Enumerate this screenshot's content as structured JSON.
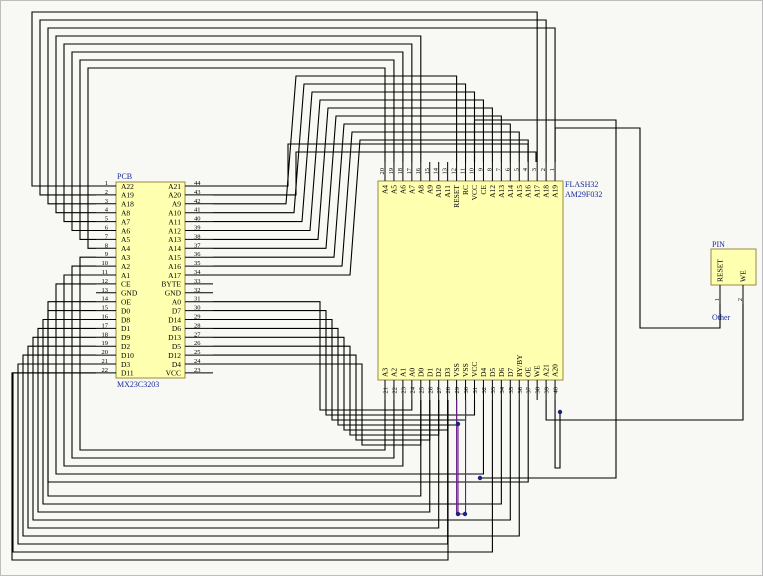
{
  "colors": {
    "background": "#f8f8f5",
    "component_fill": "#ffffb0",
    "wire": "#000000",
    "net_highlight": "#6a1b8a",
    "designator": "#1a2a9c"
  },
  "components": {
    "pcb": {
      "designator": "PCB",
      "part": "MX23C3203",
      "left_pins": [
        {
          "n": "1",
          "name": "A22"
        },
        {
          "n": "2",
          "name": "A19"
        },
        {
          "n": "3",
          "name": "A18"
        },
        {
          "n": "4",
          "name": "A8"
        },
        {
          "n": "5",
          "name": "A7"
        },
        {
          "n": "6",
          "name": "A6"
        },
        {
          "n": "7",
          "name": "A5"
        },
        {
          "n": "8",
          "name": "A4"
        },
        {
          "n": "9",
          "name": "A3"
        },
        {
          "n": "10",
          "name": "A2"
        },
        {
          "n": "11",
          "name": "A1"
        },
        {
          "n": "12",
          "name": "CE"
        },
        {
          "n": "13",
          "name": "GND"
        },
        {
          "n": "14",
          "name": "OE"
        },
        {
          "n": "15",
          "name": "D0"
        },
        {
          "n": "16",
          "name": "D8"
        },
        {
          "n": "17",
          "name": "D1"
        },
        {
          "n": "18",
          "name": "D9"
        },
        {
          "n": "19",
          "name": "D2"
        },
        {
          "n": "20",
          "name": "D10"
        },
        {
          "n": "21",
          "name": "D3"
        },
        {
          "n": "22",
          "name": "D11"
        }
      ],
      "right_pins": [
        {
          "n": "44",
          "name": "A21"
        },
        {
          "n": "43",
          "name": "A20"
        },
        {
          "n": "42",
          "name": "A9"
        },
        {
          "n": "41",
          "name": "A10"
        },
        {
          "n": "40",
          "name": "A11"
        },
        {
          "n": "39",
          "name": "A12"
        },
        {
          "n": "38",
          "name": "A13"
        },
        {
          "n": "37",
          "name": "A14"
        },
        {
          "n": "36",
          "name": "A15"
        },
        {
          "n": "35",
          "name": "A16"
        },
        {
          "n": "34",
          "name": "A17"
        },
        {
          "n": "33",
          "name": "BYTE"
        },
        {
          "n": "32",
          "name": "GND"
        },
        {
          "n": "31",
          "name": "A0"
        },
        {
          "n": "30",
          "name": "D7"
        },
        {
          "n": "29",
          "name": "D14"
        },
        {
          "n": "28",
          "name": "D6"
        },
        {
          "n": "27",
          "name": "D13"
        },
        {
          "n": "26",
          "name": "D5"
        },
        {
          "n": "25",
          "name": "D12"
        },
        {
          "n": "24",
          "name": "D4"
        },
        {
          "n": "23",
          "name": "VCC"
        }
      ]
    },
    "flash": {
      "designator": "FLASH32",
      "part": "AM29F032",
      "top_pins": [
        {
          "n": "20",
          "name": "A4"
        },
        {
          "n": "19",
          "name": "A5"
        },
        {
          "n": "18",
          "name": "A6"
        },
        {
          "n": "17",
          "name": "A7"
        },
        {
          "n": "16",
          "name": "A8"
        },
        {
          "n": "15",
          "name": "A9"
        },
        {
          "n": "14",
          "name": "A10"
        },
        {
          "n": "13",
          "name": "A11"
        },
        {
          "n": "12",
          "name": "RESET"
        },
        {
          "n": "11",
          "name": "RC"
        },
        {
          "n": "10",
          "name": "VCC"
        },
        {
          "n": "9",
          "name": "CE"
        },
        {
          "n": "8",
          "name": "A12"
        },
        {
          "n": "7",
          "name": "A13"
        },
        {
          "n": "6",
          "name": "A14"
        },
        {
          "n": "5",
          "name": "A15"
        },
        {
          "n": "4",
          "name": "A16"
        },
        {
          "n": "3",
          "name": "A17"
        },
        {
          "n": "2",
          "name": "A18"
        },
        {
          "n": "1",
          "name": "A19"
        }
      ],
      "bottom_pins": [
        {
          "n": "21",
          "name": "A3"
        },
        {
          "n": "22",
          "name": "A2"
        },
        {
          "n": "23",
          "name": "A1"
        },
        {
          "n": "24",
          "name": "A0"
        },
        {
          "n": "25",
          "name": "D0"
        },
        {
          "n": "26",
          "name": "D1"
        },
        {
          "n": "27",
          "name": "D2"
        },
        {
          "n": "28",
          "name": "D3"
        },
        {
          "n": "29",
          "name": "VSS"
        },
        {
          "n": "30",
          "name": "VSS"
        },
        {
          "n": "31",
          "name": "VCC"
        },
        {
          "n": "32",
          "name": "D4"
        },
        {
          "n": "33",
          "name": "D5"
        },
        {
          "n": "34",
          "name": "D6"
        },
        {
          "n": "35",
          "name": "D7"
        },
        {
          "n": "36",
          "name": "RY/BY"
        },
        {
          "n": "37",
          "name": "OE"
        },
        {
          "n": "38",
          "name": "WE"
        },
        {
          "n": "39",
          "name": "A21"
        },
        {
          "n": "40",
          "name": "A20"
        }
      ]
    },
    "pin": {
      "designator": "PIN",
      "part": "Other",
      "pins": [
        {
          "n": "1",
          "name": "RESET"
        },
        {
          "n": "2",
          "name": "WE"
        }
      ]
    }
  }
}
